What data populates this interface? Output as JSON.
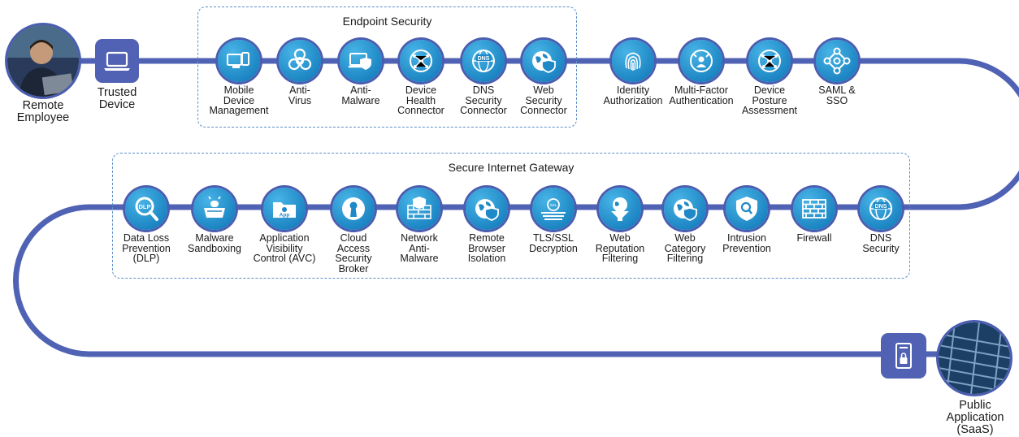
{
  "groups": {
    "endpoint_title": "Endpoint Security",
    "gateway_title": "Secure Internet Gateway"
  },
  "endpoints": {
    "remote_employee": "Remote\nEmployee",
    "trusted_device": "Trusted\nDevice",
    "public_application": "Public\nApplication\n(SaaS)"
  },
  "endpoint_nodes": [
    {
      "label": "Mobile\nDevice\nManagement",
      "icon": "mobile-devices-icon"
    },
    {
      "label": "Anti-\nVirus",
      "icon": "biohazard-icon"
    },
    {
      "label": "Anti-\nMalware",
      "icon": "laptop-shield-icon"
    },
    {
      "label": "Device\nHealth\nConnector",
      "icon": "network-globe-icon"
    },
    {
      "label": "DNS\nSecurity\nConnector",
      "icon": "dns-globe-icon"
    },
    {
      "label": "Web\nSecurity\nConnector",
      "icon": "globe-shield-icon"
    }
  ],
  "identity_nodes": [
    {
      "label": "Identity\nAuthorization",
      "icon": "fingerprint-icon"
    },
    {
      "label": "Multi-Factor\nAuthentication",
      "icon": "mfa-user-icon"
    },
    {
      "label": "Device\nPosture\nAssessment",
      "icon": "network-globe-icon"
    },
    {
      "label": "SAML &\nSSO",
      "icon": "network-hub-icon"
    }
  ],
  "gateway_nodes": [
    {
      "label": "Data Loss\nPrevention\n(DLP)",
      "icon": "dlp-magnifier-icon"
    },
    {
      "label": "Malware\nSandboxing",
      "icon": "sandbox-bug-icon"
    },
    {
      "label": "Application\nVisibility\nControl (AVC)",
      "icon": "app-folder-icon"
    },
    {
      "label": "Cloud\nAccess\nSecurity\nBroker",
      "icon": "keyhole-icon"
    },
    {
      "label": "Network\nAnti-\nMalware",
      "icon": "wall-shield-icon"
    },
    {
      "label": "Remote\nBrowser\nIsolation",
      "icon": "globe-shield-icon"
    },
    {
      "label": "TLS/SSL\nDecryption",
      "icon": "ssl-icon"
    },
    {
      "label": "Web\nReputation\nFiltering",
      "icon": "globe-funnel-icon"
    },
    {
      "label": "Web\nCategory\nFiltering",
      "icon": "globe-shield-icon"
    },
    {
      "label": "Intrusion\nPrevention",
      "icon": "shield-search-icon"
    },
    {
      "label": "Firewall",
      "icon": "firewall-icon"
    },
    {
      "label": "DNS\nSecurity",
      "icon": "dns-globe-icon"
    }
  ],
  "colors": {
    "path": "#5062b4",
    "icon_fill": "#1f88c6",
    "icon_ring": "#4a5db0",
    "box_border": "#5a8fc7"
  }
}
